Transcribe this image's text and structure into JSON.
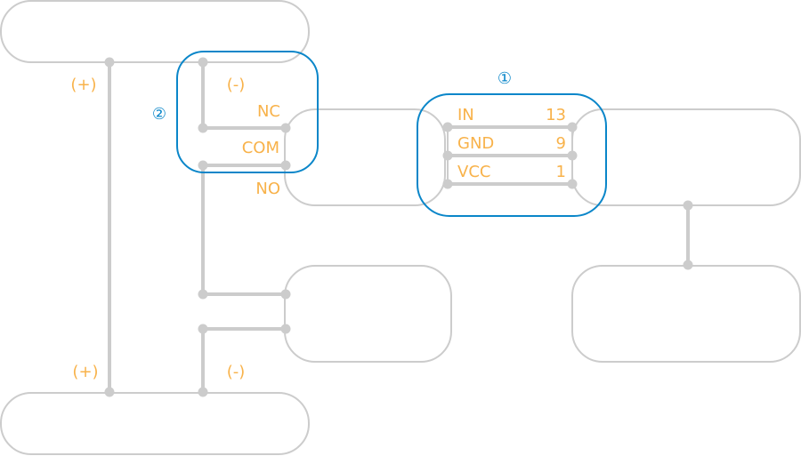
{
  "diagram": {
    "colors": {
      "wire": "#cccccc",
      "label": "#f8b24a",
      "highlight": "#0a86c9"
    },
    "labels": {
      "top_plus": "(+)",
      "top_minus": "(-)",
      "bottom_plus": "(+)",
      "bottom_minus": "(-)",
      "relay_nc": "NC",
      "relay_com": "COM",
      "relay_no": "NO"
    },
    "callouts": {
      "pins": "①",
      "relay": "②"
    },
    "pins": [
      {
        "name": "IN",
        "number": "13"
      },
      {
        "name": "GND",
        "number": "9"
      },
      {
        "name": "VCC",
        "number": "1"
      }
    ]
  }
}
